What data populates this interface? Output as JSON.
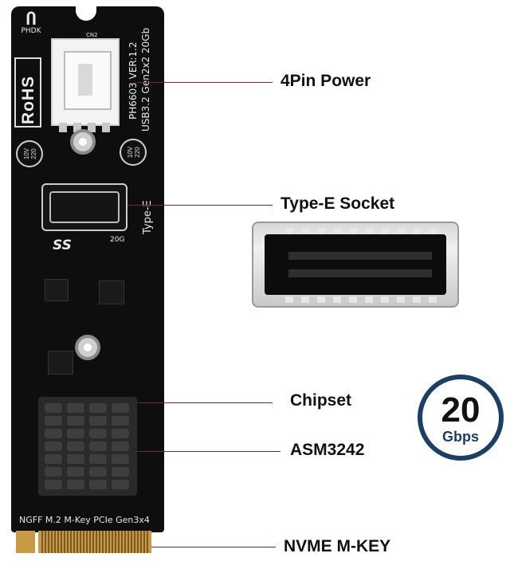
{
  "board": {
    "brand": "PHDK",
    "rohs": "RoHS",
    "version_text": "PH6603 VER:1.2",
    "usb_text": "USB3.2 Gen2x2 20Gb",
    "connector_ref": "CN2",
    "socket_text": "Type-E",
    "ss_logo": "SS",
    "speed_mark": "20G",
    "bottom_text": "NGFF M.2 M-Key PCIe Gen3x4",
    "cap_text": "10V 220"
  },
  "callouts": [
    {
      "label": "4Pin Power"
    },
    {
      "label": "Type-E Socket"
    },
    {
      "label": "Chipset"
    },
    {
      "label": "ASM3242"
    },
    {
      "label": "NVME M-KEY"
    }
  ],
  "badge": {
    "number": "20",
    "unit": "Gbps"
  },
  "colors": {
    "board": "#0e0e0e",
    "line": "#7a2a2a",
    "badge": "#1d3f66",
    "gold": "#c99a45"
  }
}
